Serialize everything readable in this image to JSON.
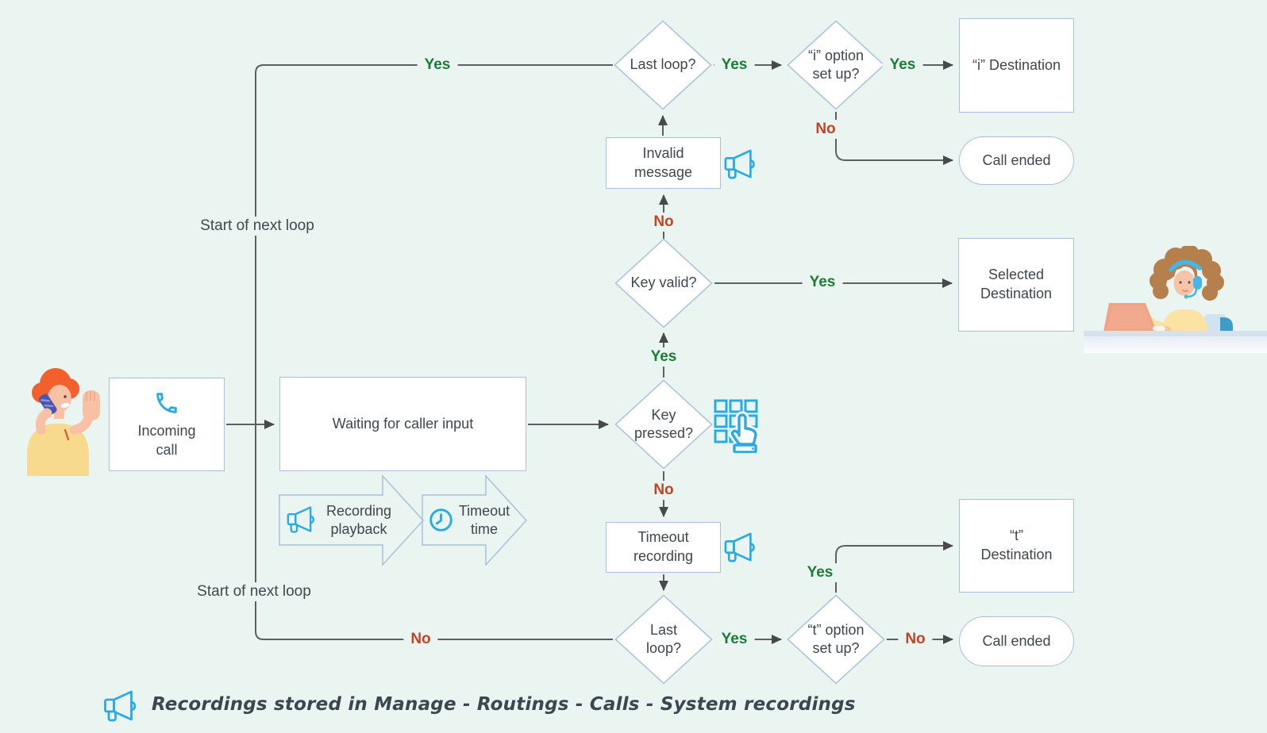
{
  "diagram": {
    "title_hint": "IVR waiting-for-caller-input call flow",
    "nodes": {
      "incoming_call": "Incoming call",
      "waiting_input": "Waiting for caller input",
      "recording_playback": "Recording playback",
      "timeout_time": "Timeout time",
      "key_pressed": "Key pressed?",
      "key_valid": "Key valid?",
      "invalid_message": "Invalid message",
      "timeout_recording": "Timeout recording",
      "last_loop_top": "Last loop?",
      "last_loop_bottom": "Last loop?",
      "i_option": "“i” option set up?",
      "t_option": "“t” option set up?",
      "i_destination": "“i” Destination",
      "t_destination": "“t” Destination",
      "selected_destination": "Selected Destination",
      "call_ended_top": "Call ended",
      "call_ended_bottom": "Call ended"
    },
    "labels": {
      "loop_top_yes": "Yes",
      "last_loop_top_yes": "Yes",
      "i_option_yes": "Yes",
      "i_option_no": "No",
      "key_valid_no": "No",
      "key_valid_yes": "Yes",
      "key_pressed_yes": "Yes",
      "key_pressed_no": "No",
      "t_option_yes": "Yes",
      "last_loop_bottom_yes": "Yes",
      "t_option_no": "No",
      "loop_bottom_no": "No",
      "start_next_loop_top": "Start of next loop",
      "start_next_loop_bottom": "Start of next loop"
    },
    "note": {
      "text": "Recordings stored in Manage - Routings - Calls - System recordings"
    },
    "icons": {
      "phone": "phone-icon",
      "megaphone": "megaphone-icon",
      "clock": "clock-icon",
      "keypad_tap": "keypad-tap-icon"
    },
    "illustrations": {
      "left": "caller-with-phone",
      "right": "support-agent-at-desk"
    },
    "colors": {
      "background": "#eaf4f1",
      "node_fill": "#ffffff",
      "node_border": "#a8c0dc",
      "connector": "#5d6063",
      "arrowhead": "#47494b",
      "text": "#3f464c",
      "yes_green": "#1a7c35",
      "no_red": "#c24426",
      "icon_blue": "#29abe2"
    }
  }
}
